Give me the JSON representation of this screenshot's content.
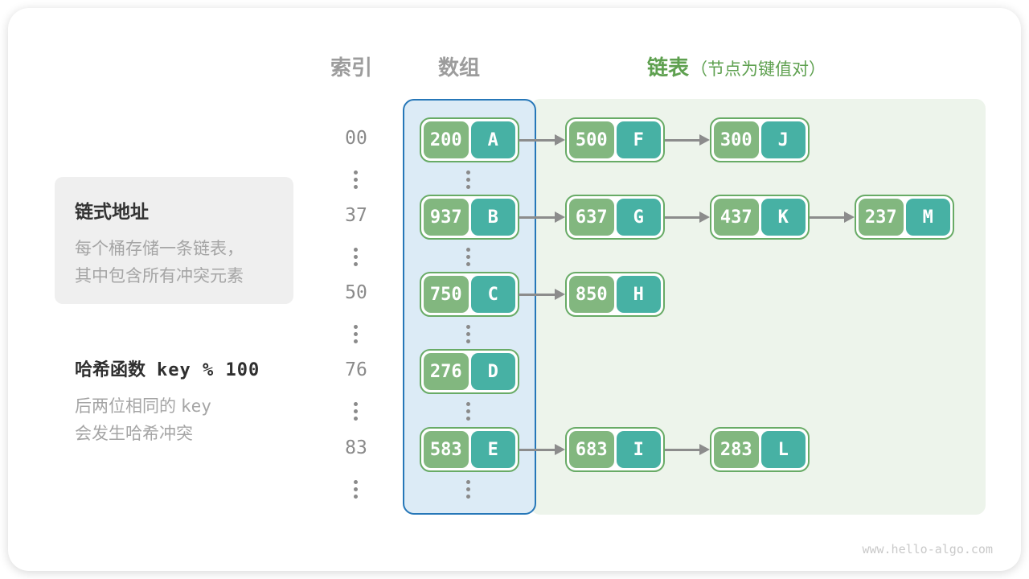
{
  "headers": {
    "index": "索引",
    "array": "数组",
    "list": "链表",
    "list_note": "（节点为键值对）"
  },
  "info_box": {
    "title": "链式地址",
    "line1": "每个桶存储一条链表，",
    "line2": "其中包含所有冲突元素"
  },
  "hash_note": {
    "title": "哈希函数",
    "formula": "key % 100",
    "line1_text": "后两位相同的",
    "line1_code": "key",
    "line2": "会发生哈希冲突"
  },
  "buckets": [
    {
      "index": "00",
      "array_node": {
        "key": "200",
        "value": "A"
      },
      "chain": [
        {
          "key": "500",
          "value": "F"
        },
        {
          "key": "300",
          "value": "J"
        }
      ]
    },
    {
      "index": "37",
      "array_node": {
        "key": "937",
        "value": "B"
      },
      "chain": [
        {
          "key": "637",
          "value": "G"
        },
        {
          "key": "437",
          "value": "K"
        },
        {
          "key": "237",
          "value": "M"
        }
      ]
    },
    {
      "index": "50",
      "array_node": {
        "key": "750",
        "value": "C"
      },
      "chain": [
        {
          "key": "850",
          "value": "H"
        }
      ]
    },
    {
      "index": "76",
      "array_node": {
        "key": "276",
        "value": "D"
      },
      "chain": []
    },
    {
      "index": "83",
      "array_node": {
        "key": "583",
        "value": "E"
      },
      "chain": [
        {
          "key": "683",
          "value": "I"
        },
        {
          "key": "283",
          "value": "L"
        }
      ]
    }
  ],
  "watermark": "www.hello-algo.com",
  "colors": {
    "key_bg": "#82b77f",
    "value_bg": "#47b1a4",
    "node_border": "#68ab66",
    "array_border": "#2677b8",
    "array_bg": "#dcebf6",
    "list_bg": "#edf4eb",
    "header_green": "#5ea04f",
    "arrow": "#8c8c8c",
    "index_text": "#8a8a8a",
    "header_gray": "#9c9c9c",
    "muted_text": "#a5a5a5",
    "title_text": "#333333",
    "watermark": "#c9c9c9",
    "infobox_bg": "#efefef"
  }
}
